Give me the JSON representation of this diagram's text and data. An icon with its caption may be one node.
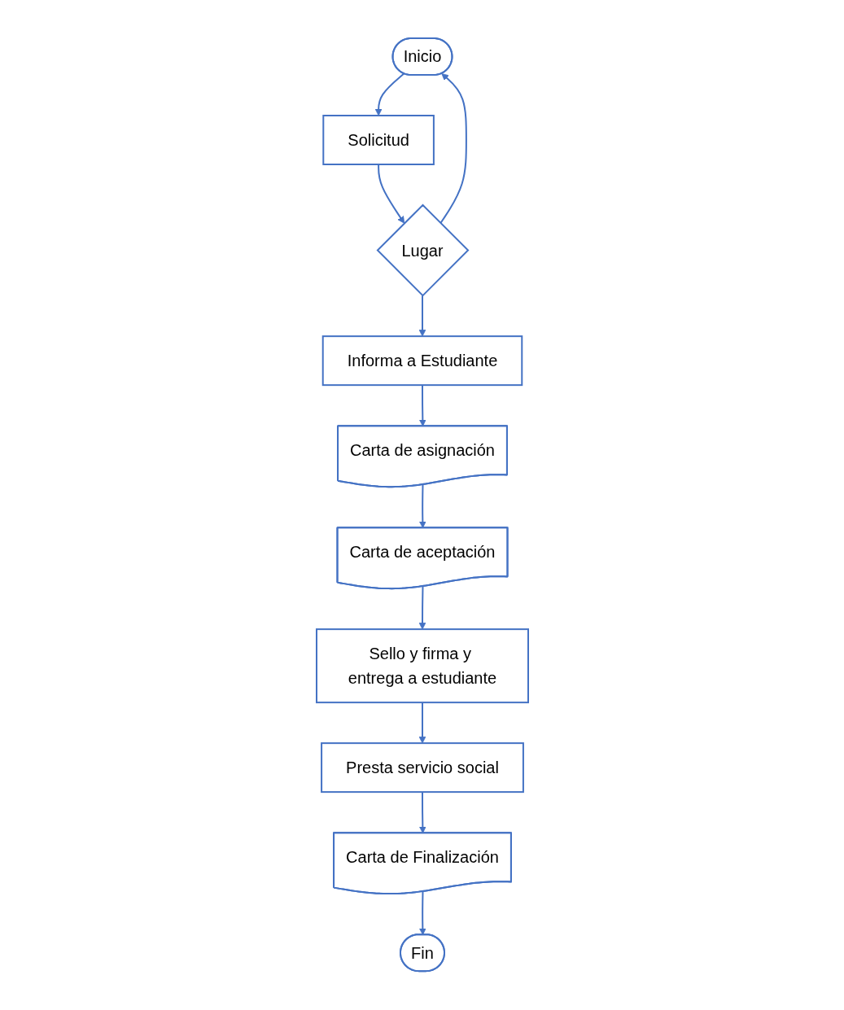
{
  "diagram": {
    "nodes": [
      {
        "text": [
          "Inicio"
        ]
      },
      {
        "text": [
          "Solicitud"
        ]
      },
      {
        "text": [
          "Lugar"
        ]
      },
      {
        "text": [
          "Informa a Estudiante"
        ]
      },
      {
        "text": [
          "Carta de asignación"
        ]
      },
      {
        "text": [
          "Carta de aceptación"
        ]
      },
      {
        "text": [
          "Sello y firma y entrega a estudiante"
        ]
      },
      {
        "text": [
          "Presta servicio social"
        ]
      },
      {
        "text": [
          "Carta de Finalización"
        ]
      },
      {
        "text": [
          "Fin"
        ]
      }
    ],
    "edges": [
      {
        "from": 0,
        "to": 1,
        "arrow": "to"
      },
      {
        "from": 1,
        "to": 2,
        "arrow": "to"
      },
      {
        "from": 2,
        "to": 0,
        "arrow": "to"
      },
      {
        "from": 2,
        "to": 3,
        "arrow": "to"
      },
      {
        "from": 3,
        "to": 4,
        "arrow": "to"
      },
      {
        "from": 4,
        "to": 5,
        "arrow": "to"
      },
      {
        "from": 5,
        "to": 6,
        "arrow": "to"
      },
      {
        "from": 6,
        "to": 7,
        "arrow": "to"
      },
      {
        "from": 7,
        "to": 8,
        "arrow": "to"
      },
      {
        "from": 8,
        "to": 9,
        "arrow": "to"
      }
    ]
  }
}
